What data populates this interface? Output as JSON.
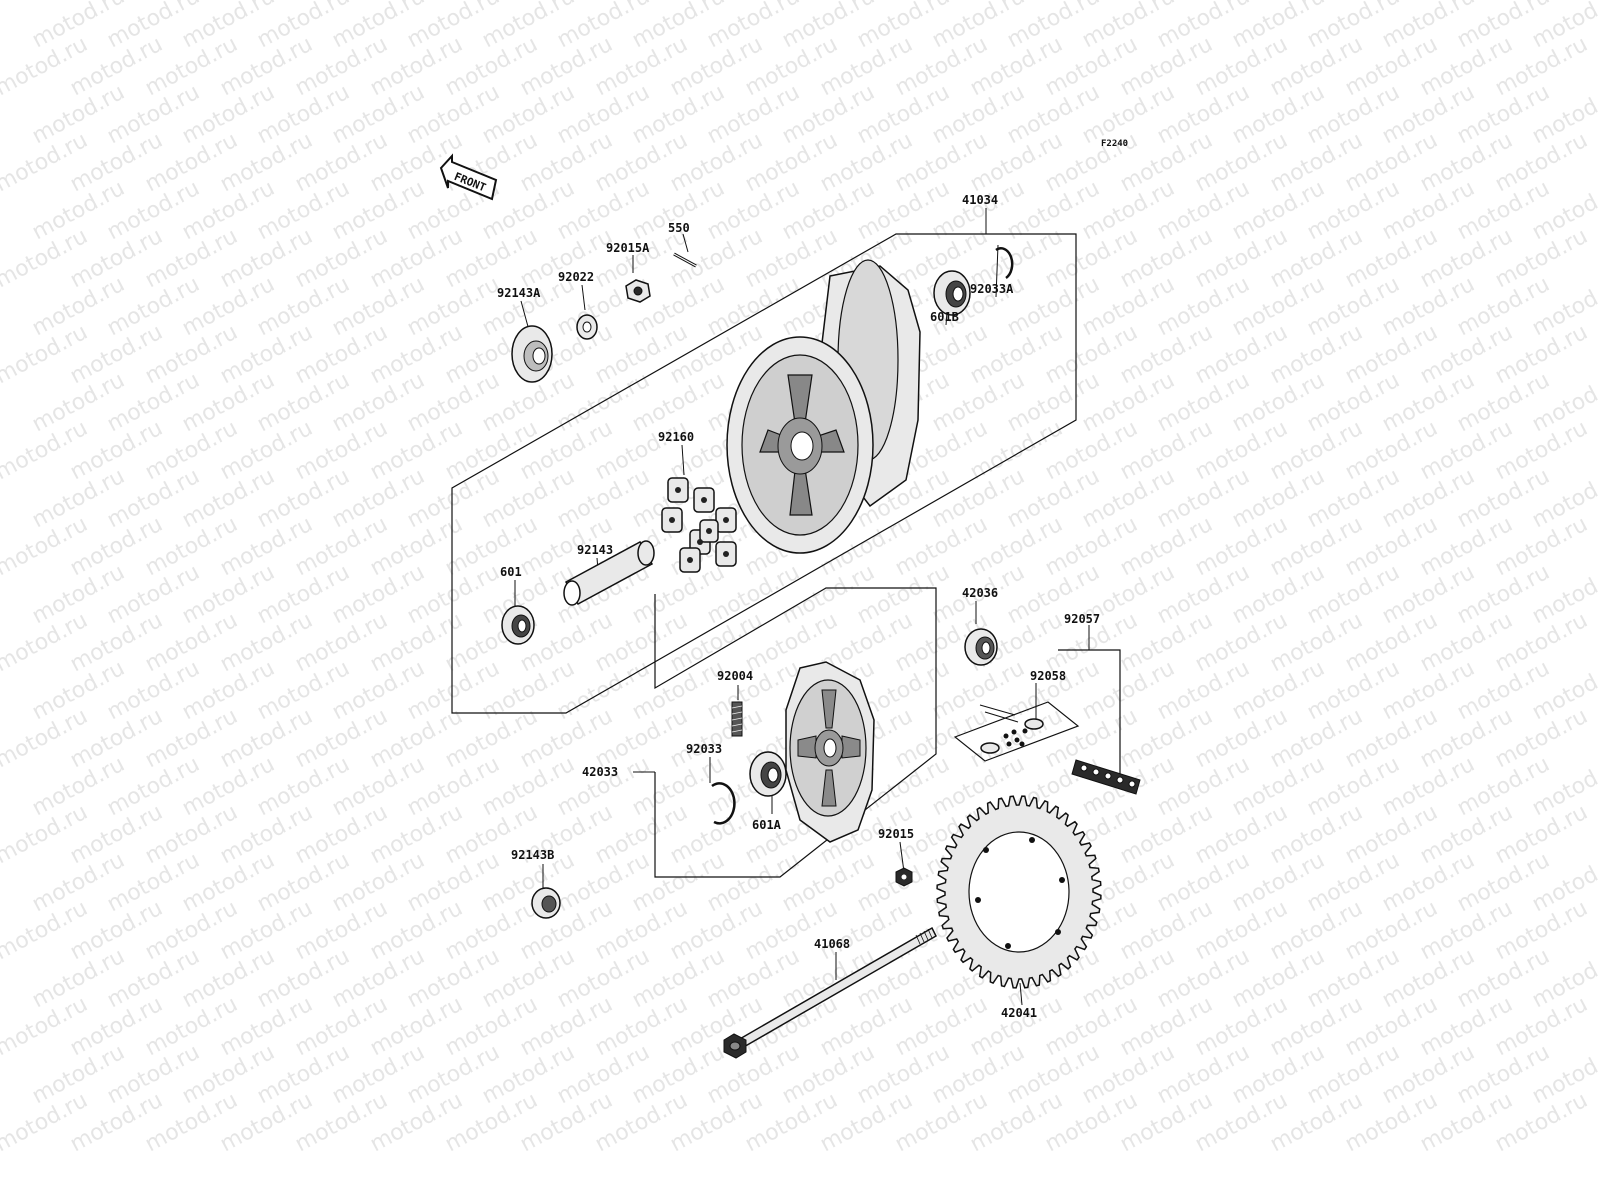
{
  "diagram": {
    "figure_code": "F2240",
    "front_label": "FRONT",
    "watermark": "motod.ru",
    "labels": {
      "p41034": "41034",
      "p550": "550",
      "p92015A": "92015A",
      "p92022": "92022",
      "p92143A": "92143A",
      "p92033A": "92033A",
      "p601B": "601B",
      "p92160": "92160",
      "p92143": "92143",
      "p601": "601",
      "p42036": "42036",
      "p92057": "92057",
      "p92058": "92058",
      "p92004": "92004",
      "p92033": "92033",
      "p42033": "42033",
      "p601A": "601A",
      "p92015": "92015",
      "p92143B": "92143B",
      "p41068": "41068",
      "p42041": "42041"
    }
  }
}
